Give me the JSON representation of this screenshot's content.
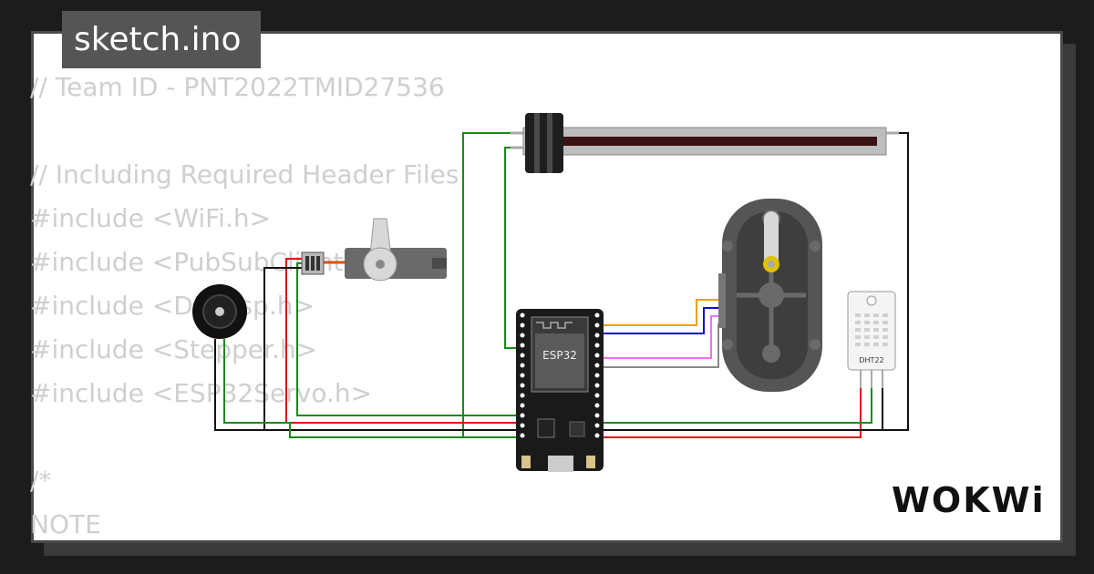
{
  "file_tab": {
    "label": "sketch.ino"
  },
  "code_lines": [
    "// Team ID - PNT2022TMID27536",
    "",
    "// Including Required Header Files",
    "#include <WiFi.h>",
    "#include <PubSubClient.h>",
    "#include <DHTesp.h>",
    "#include <Stepper.h>",
    "#include <ESP32Servo.h>",
    "",
    "/*",
    "NOTE"
  ],
  "components": {
    "board_label": "ESP32",
    "sensor_label": "DHT22"
  },
  "brand": {
    "label": "WOKWi"
  },
  "colors": {
    "background": "#1c1c1c",
    "canvas": "#ffffff",
    "tab": "#555555",
    "code_text": "#cfcfcf",
    "wire_green": "#1a8a1a",
    "wire_red": "#e01010",
    "wire_black": "#111111",
    "wire_blue": "#1010cc",
    "wire_orange": "#f0a000",
    "wire_pink": "#f070f0",
    "wire_gray": "#888888"
  },
  "icons": [
    "buzzer-icon",
    "servo-icon",
    "slide-potentiometer-icon",
    "stepper-motor-icon",
    "esp32-board-icon",
    "dht22-sensor-icon"
  ]
}
